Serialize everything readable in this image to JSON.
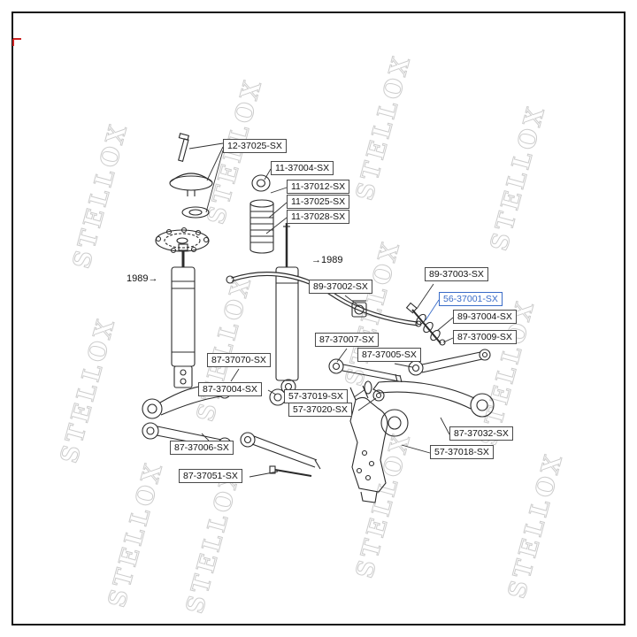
{
  "meta": {
    "watermark": "STELLOX",
    "accent_color": "#3a6cc8",
    "line_color": "#2b2b2b"
  },
  "annotations": {
    "left_shock_year": "1989→",
    "mid_shock_year": "→1989"
  },
  "labels": [
    {
      "text": "12-37025-SX",
      "highlight": false
    },
    {
      "text": "11-37004-SX",
      "highlight": false
    },
    {
      "text": "11-37012-SX",
      "highlight": false
    },
    {
      "text": "11-37025-SX",
      "highlight": false
    },
    {
      "text": "11-37028-SX",
      "highlight": false
    },
    {
      "text": "89-37002-SX",
      "highlight": false
    },
    {
      "text": "89-37003-SX",
      "highlight": false
    },
    {
      "text": "56-37001-SX",
      "highlight": true
    },
    {
      "text": "89-37004-SX",
      "highlight": false
    },
    {
      "text": "87-37009-SX",
      "highlight": false
    },
    {
      "text": "87-37007-SX",
      "highlight": false
    },
    {
      "text": "87-37005-SX",
      "highlight": false
    },
    {
      "text": "87-37070-SX",
      "highlight": false
    },
    {
      "text": "87-37004-SX",
      "highlight": false
    },
    {
      "text": "57-37019-SX",
      "highlight": false
    },
    {
      "text": "57-37020-SX",
      "highlight": false
    },
    {
      "text": "87-37006-SX",
      "highlight": false
    },
    {
      "text": "87-37051-SX",
      "highlight": false
    },
    {
      "text": "87-37032-SX",
      "highlight": false
    },
    {
      "text": "57-37018-SX",
      "highlight": false
    }
  ]
}
